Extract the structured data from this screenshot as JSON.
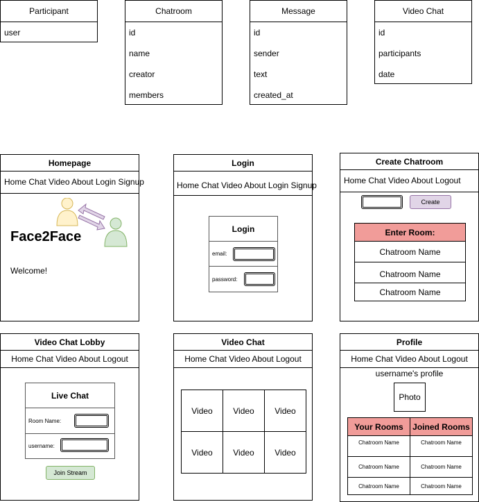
{
  "entities": [
    {
      "name": "Participant",
      "fields": [
        "user"
      ]
    },
    {
      "name": "Chatroom",
      "fields": [
        "id",
        "name",
        "creator",
        "members"
      ]
    },
    {
      "name": "Message",
      "fields": [
        "id",
        "sender",
        "text",
        "created_at"
      ]
    },
    {
      "name": "Video Chat",
      "fields": [
        "id",
        "participants",
        "date"
      ]
    }
  ],
  "homepage": {
    "title": "Homepage",
    "nav": "Home Chat Video About Login Signup",
    "brand": "Face2Face",
    "welcome": "Welcome!"
  },
  "login": {
    "title": "Login",
    "nav": "Home Chat Video About Login Signup",
    "form_title": "Login",
    "email_label": "email:",
    "password_label": "password:"
  },
  "create_chatroom": {
    "title": "Create Chatroom",
    "nav": "Home Chat Video About Logout",
    "create_label": "Create",
    "enter_room": "Enter Room:",
    "rooms": [
      "Chatroom Name",
      "Chatroom Name",
      "Chatroom Name"
    ]
  },
  "lobby": {
    "title": "Video Chat Lobby",
    "nav": "Home Chat Video About Logout",
    "form_title": "Live Chat",
    "room_label": "Room Name:",
    "user_label": "username:",
    "join_label": "Join Stream"
  },
  "video_chat": {
    "title": "Video Chat",
    "nav": "Home Chat Video About Logout",
    "cells": [
      "Video",
      "Video",
      "Video",
      "Video",
      "Video",
      "Video"
    ]
  },
  "profile": {
    "title": "Profile",
    "nav": "Home Chat Video About Logout",
    "heading": "username's profile",
    "photo": "Photo",
    "your_rooms": "Your Rooms",
    "joined_rooms": "Joined Rooms",
    "rows": [
      [
        "Chatroom Name",
        "Chatroom Name"
      ],
      [
        "Chatroom Name",
        "Chatroom Name"
      ],
      [
        "Chatroom Name",
        "Chatroom Name"
      ]
    ]
  },
  "colors": {
    "header_red": "#f19c99",
    "button_purple": "#e1d5e7",
    "button_green": "#d5e8d4",
    "person_yellow": "#fff2cc",
    "person_green": "#d5e8d4"
  }
}
